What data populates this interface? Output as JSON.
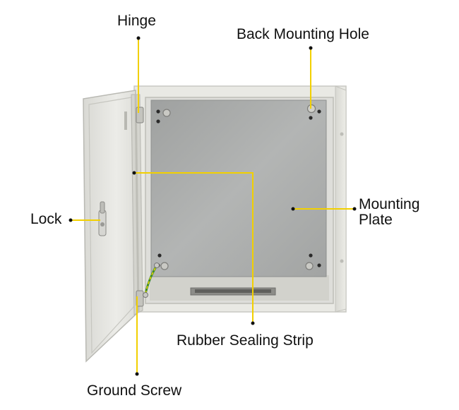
{
  "colors": {
    "background": "#ffffff",
    "leader_line": "#f2d000",
    "dot": "#111111",
    "enclosure_body": "#e6e6e1",
    "enclosure_shade": "#cfcfc9",
    "mounting_plate": "#a9abaa",
    "gasket": "#c8c8c2"
  },
  "labels": {
    "hinge": "Hinge",
    "back_mounting_hole": "Back Mounting Hole",
    "mounting_plate_line1": "Mounting",
    "mounting_plate_line2": "Plate",
    "lock": "Lock",
    "rubber_sealing_strip": "Rubber Sealing Strip",
    "ground_screw": "Ground Screw"
  },
  "icons": {
    "enclosure": "electrical-enclosure-illustration"
  }
}
